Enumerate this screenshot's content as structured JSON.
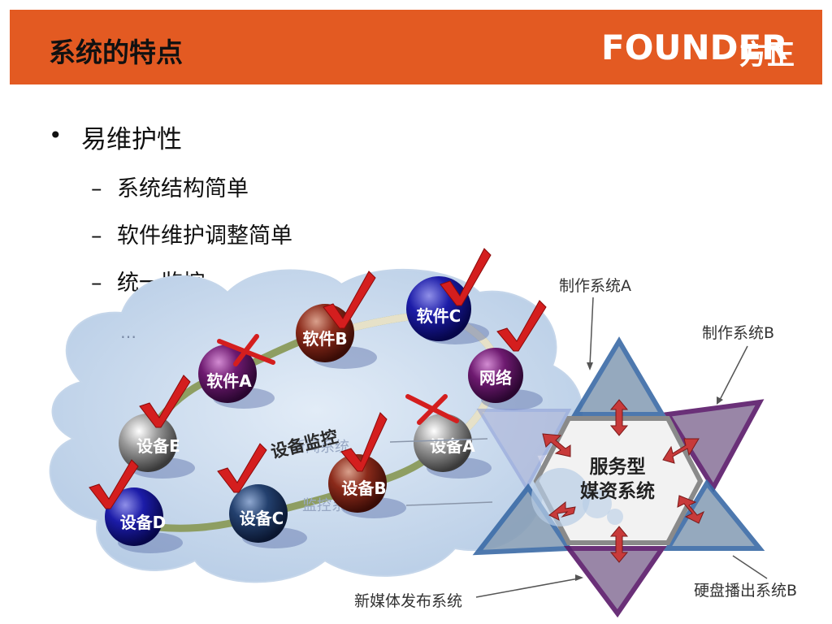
{
  "header": {
    "title": "系统的特点",
    "logo_en": "FOUNDER",
    "logo_cn": "方正",
    "bg_color": "#e35a22"
  },
  "bullets": {
    "main": "易维护性",
    "subs": [
      "系统结构简单",
      "软件维护调整简单",
      "统一监控",
      "…"
    ]
  },
  "cloud": {
    "caption": "设备监控",
    "faded_labels": [
      "新闻系统",
      "监控系统"
    ]
  },
  "nodes": [
    {
      "id": "software-b",
      "label": "软件B",
      "status": "ok",
      "color": "#8b2a1a"
    },
    {
      "id": "software-c",
      "label": "软件C",
      "status": "ok",
      "color": "#1a1a9a"
    },
    {
      "id": "software-a",
      "label": "软件A",
      "status": "fail",
      "color": "#6a1a6a"
    },
    {
      "id": "network",
      "label": "网络",
      "status": "ok",
      "color": "#7a1a7a"
    },
    {
      "id": "device-e",
      "label": "设备E",
      "status": "ok",
      "color": "#8a8a8a"
    },
    {
      "id": "device-a",
      "label": "设备A",
      "status": "fail",
      "color": "#8a8a8a"
    },
    {
      "id": "device-b",
      "label": "设备B",
      "status": "ok",
      "color": "#8b2a1a"
    },
    {
      "id": "device-c",
      "label": "设备C",
      "status": "ok",
      "color": "#1f3a6a"
    },
    {
      "id": "device-d",
      "label": "设备D",
      "status": "ok",
      "color": "#1a1a9a"
    }
  ],
  "star": {
    "center_line1": "服务型",
    "center_line2": "媒资系统",
    "labels": {
      "a": "制作系统A",
      "b": "制作系统B",
      "bottom_right": "硬盘播出系统B",
      "bottom_left": "新媒体发布系统"
    }
  }
}
